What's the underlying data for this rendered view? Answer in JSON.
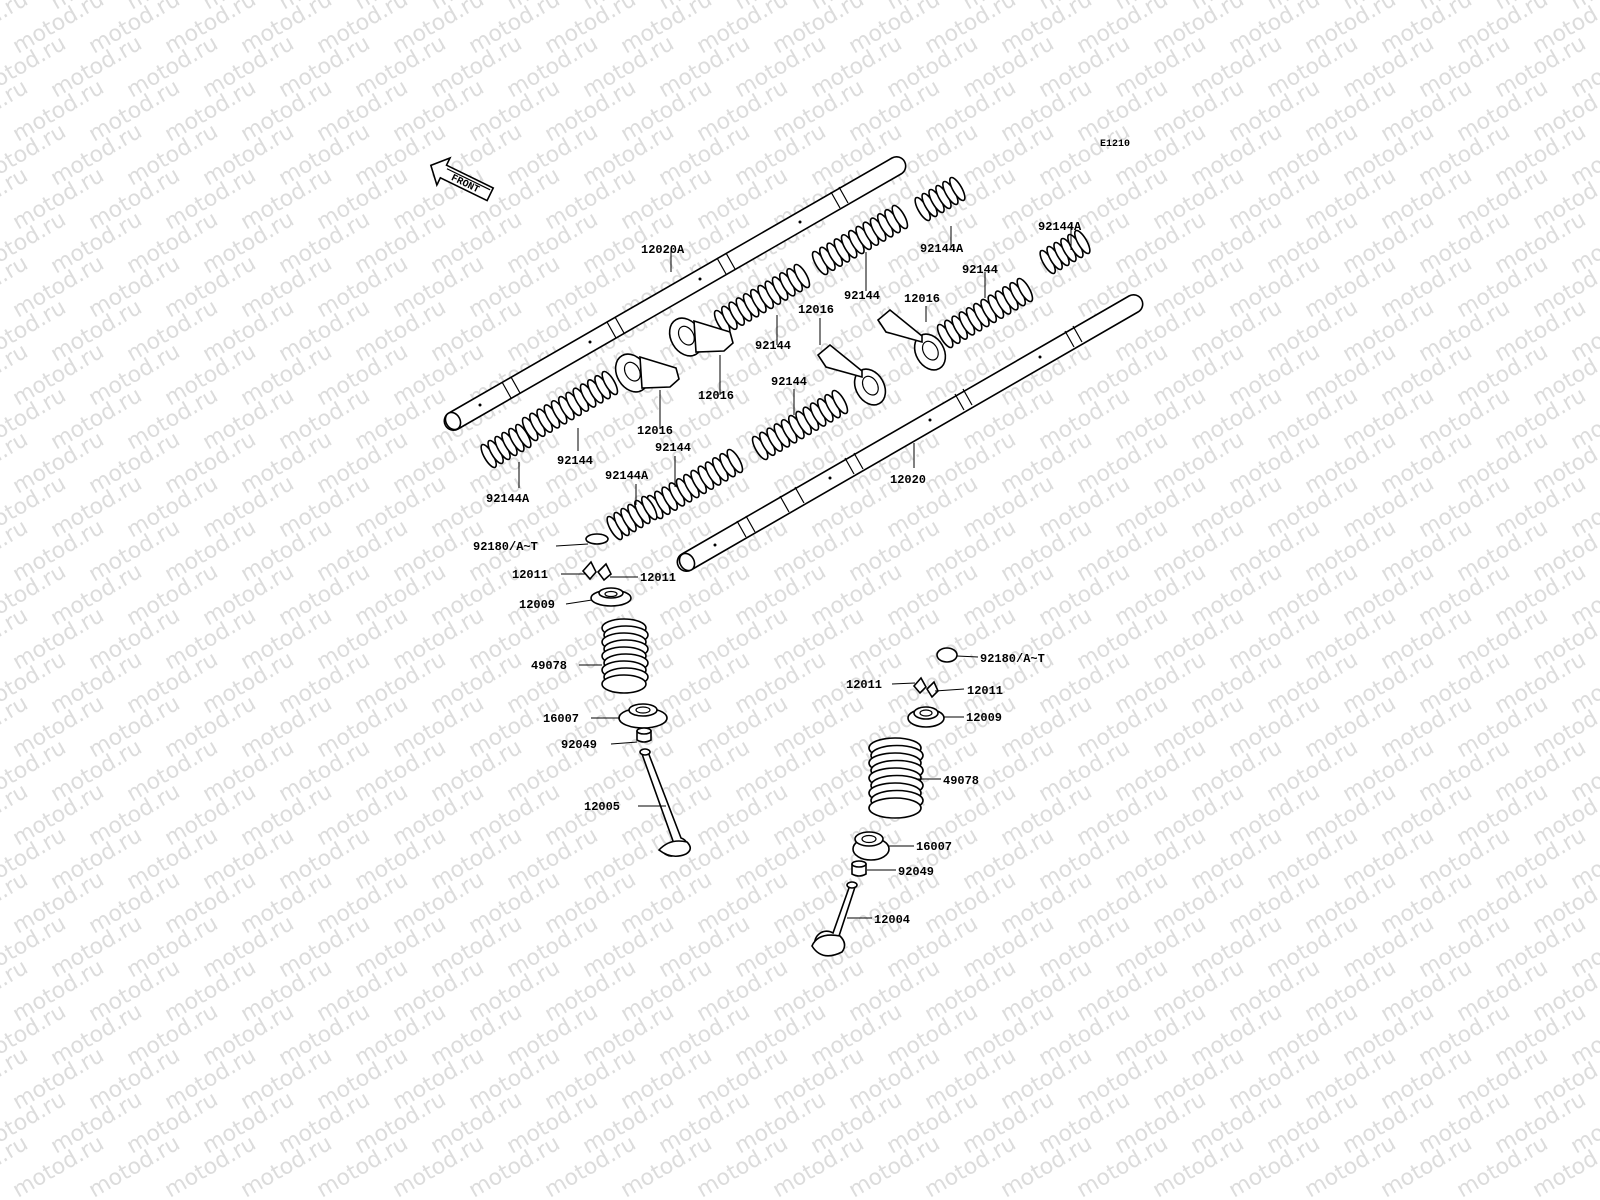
{
  "watermark_text": "motod.ru",
  "diagram_code": "E1210",
  "front_label": "FRONT",
  "labels": [
    {
      "id": "l-12020A",
      "text": "12020A"
    },
    {
      "id": "l-92144A-top1",
      "text": "92144A"
    },
    {
      "id": "l-92144A-top2",
      "text": "92144A"
    },
    {
      "id": "l-92144-a",
      "text": "92144"
    },
    {
      "id": "l-92144-b",
      "text": "92144"
    },
    {
      "id": "l-12016-a",
      "text": "12016"
    },
    {
      "id": "l-12016-b",
      "text": "12016"
    },
    {
      "id": "l-92144-c",
      "text": "92144"
    },
    {
      "id": "l-12016-c",
      "text": "12016"
    },
    {
      "id": "l-92144-d",
      "text": "92144"
    },
    {
      "id": "l-12016-d",
      "text": "12016"
    },
    {
      "id": "l-92144-e",
      "text": "92144"
    },
    {
      "id": "l-92144-f",
      "text": "92144"
    },
    {
      "id": "l-92144A-mid",
      "text": "92144A"
    },
    {
      "id": "l-92144A-left",
      "text": "92144A"
    },
    {
      "id": "l-12020",
      "text": "12020"
    },
    {
      "id": "l-92180-left",
      "text": "92180/A~T"
    },
    {
      "id": "l-12011-l1",
      "text": "12011"
    },
    {
      "id": "l-12011-l2",
      "text": "12011"
    },
    {
      "id": "l-12009-left",
      "text": "12009"
    },
    {
      "id": "l-49078-left",
      "text": "49078"
    },
    {
      "id": "l-16007-left",
      "text": "16007"
    },
    {
      "id": "l-92049-left",
      "text": "92049"
    },
    {
      "id": "l-12005",
      "text": "12005"
    },
    {
      "id": "l-92180-right",
      "text": "92180/A~T"
    },
    {
      "id": "l-12011-r1",
      "text": "12011"
    },
    {
      "id": "l-12011-r2",
      "text": "12011"
    },
    {
      "id": "l-12009-right",
      "text": "12009"
    },
    {
      "id": "l-49078-right",
      "text": "49078"
    },
    {
      "id": "l-16007-right",
      "text": "16007"
    },
    {
      "id": "l-92049-right",
      "text": "92049"
    },
    {
      "id": "l-12004",
      "text": "12004"
    }
  ]
}
